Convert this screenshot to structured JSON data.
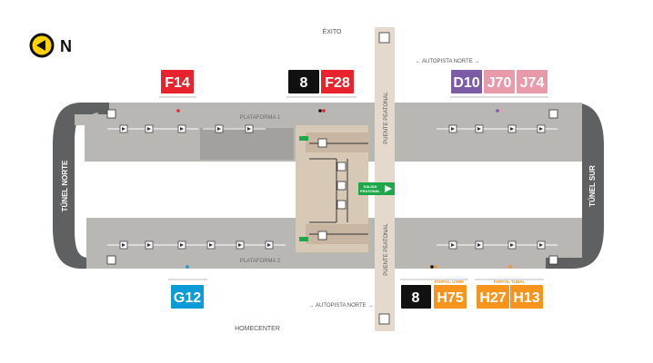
{
  "north_indicator": {
    "letter": "N",
    "icon": "arrow-left-circle-icon"
  },
  "streets": {
    "top": "ÉXITO",
    "bottom": "HOMECENTER",
    "autopista_top": "← AUTOPISTA NORTE →",
    "autopista_bottom": "→ AUTOPISTA NORTE →"
  },
  "tunnels": {
    "north": "TÚNEL NORTE",
    "south": "TÚNEL SUR"
  },
  "platforms": {
    "p1": "PLATAFORMA 1",
    "p2": "PLATAFORMA 2"
  },
  "bridge": {
    "label_top": "PUENTE PEATONAL",
    "label_bottom": "PUENTE PEATONAL"
  },
  "exit_sign": {
    "line1": "SALIDA",
    "line2": "PEATONAL",
    "icon": "walking-person-arrow-icon"
  },
  "portal_labels": {
    "usme": "PORTAL USME",
    "tunal": "PORTAL TUNAL"
  },
  "routes": {
    "f14": {
      "label": "F14",
      "color": "#e8232e"
    },
    "r8_top": {
      "label": "8",
      "color": "#111111"
    },
    "f28": {
      "label": "F28",
      "color": "#e8232e"
    },
    "d10": {
      "label": "D10",
      "color": "#7b5aa6"
    },
    "j70": {
      "label": "J70",
      "color": "#e89aab"
    },
    "j74": {
      "label": "J74",
      "color": "#e89aab"
    },
    "g12": {
      "label": "G12",
      "color": "#0b9bd7"
    },
    "r8_bottom": {
      "label": "8",
      "color": "#111111"
    },
    "h75": {
      "label": "H75",
      "color": "#f7941d"
    },
    "h27": {
      "label": "H27",
      "color": "#f7941d"
    },
    "h13": {
      "label": "H13",
      "color": "#f7941d"
    }
  },
  "colors": {
    "platform": "#b9b7b4",
    "platform_dark": "#a3a19e",
    "tunnel": "#5f6062",
    "bridge": "#e4d9cc",
    "hall": "#d8c8b6",
    "exit_green": "#1ea84b",
    "accent_yellow": "#ffd200"
  }
}
